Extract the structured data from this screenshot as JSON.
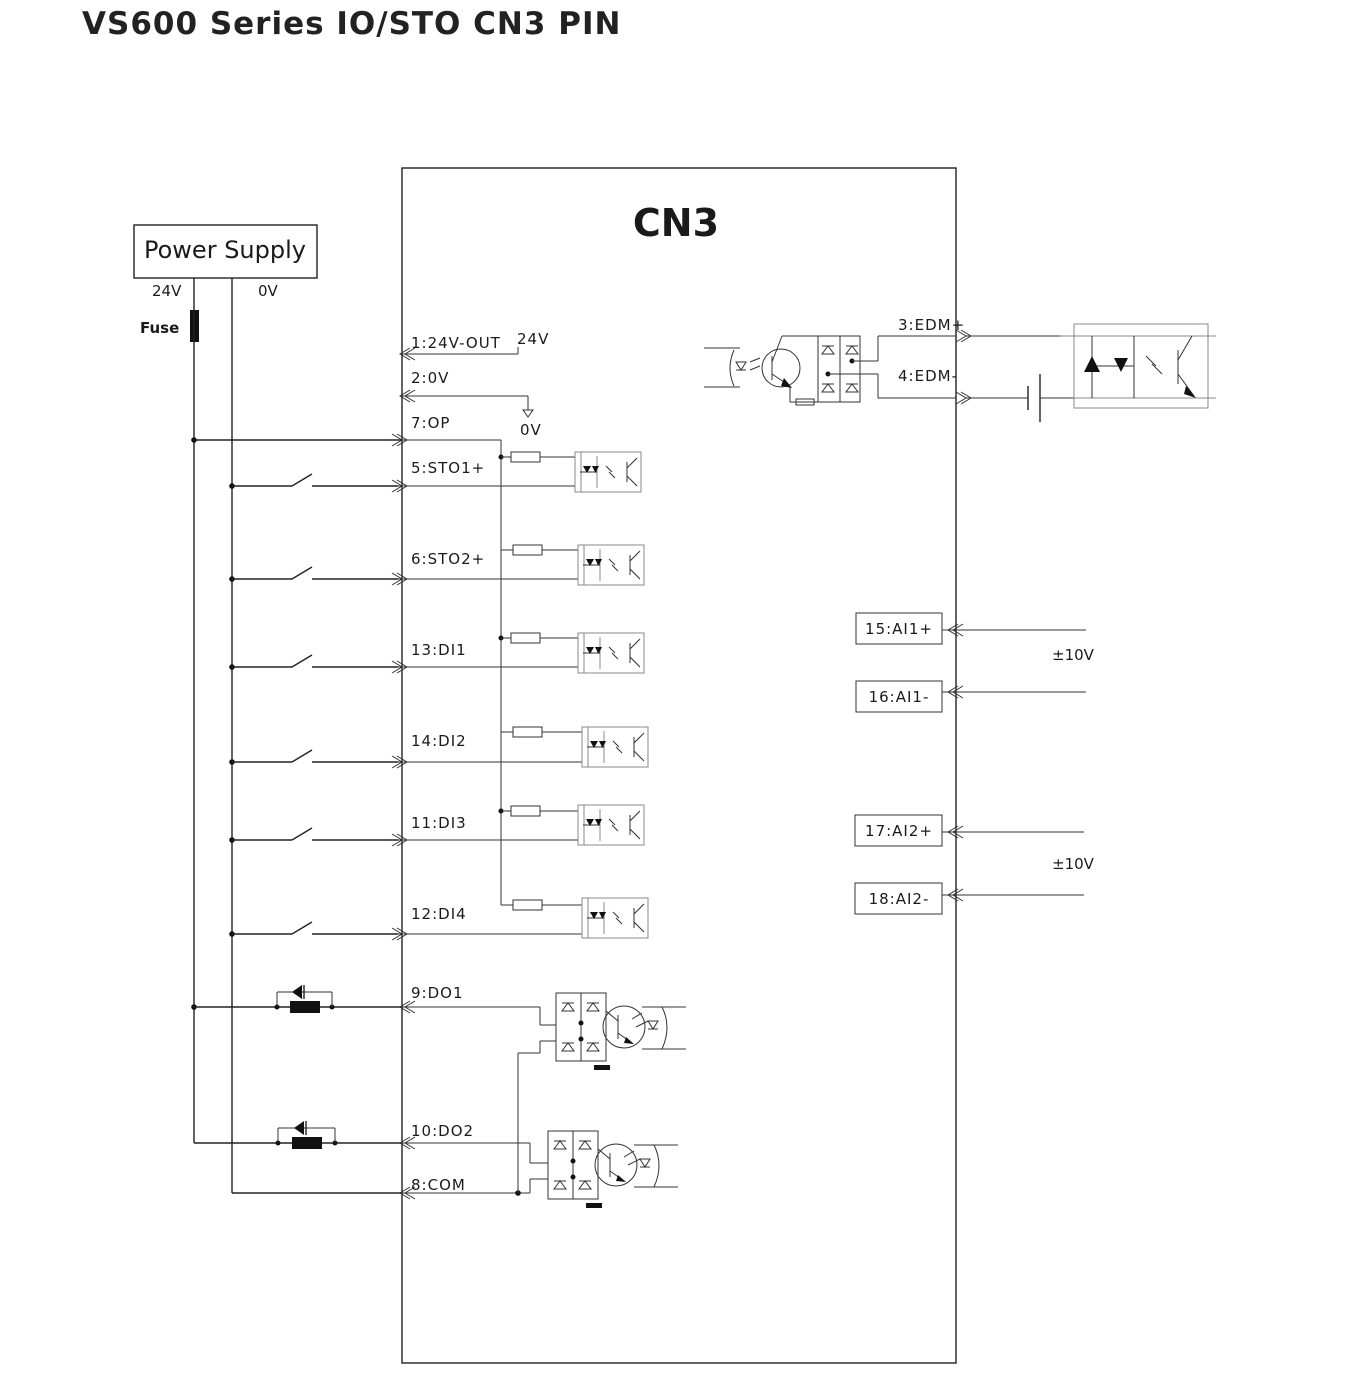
{
  "title": "VS600 Series IO/STO  CN3 PIN",
  "connector": "CN3",
  "power_supply": {
    "label": "Power Supply",
    "v24": "24V",
    "v0": "0V",
    "fuse": "Fuse"
  },
  "pins": {
    "p1": "1:24V-OUT",
    "p1_note": "24V",
    "p2": "2:0V",
    "p2_note": "0V",
    "p7": "7:OP",
    "p5": "5:STO1+",
    "p6": "6:STO2+",
    "p13": "13:DI1",
    "p14": "14:DI2",
    "p11": "11:DI3",
    "p12": "12:DI4",
    "p9": "9:DO1",
    "p10": "10:DO2",
    "p8": "8:COM",
    "p3": "3:EDM+",
    "p4": "4:EDM-"
  },
  "analog": {
    "ai1p": "15:AI1+",
    "ai1n": "16:AI1-",
    "ai1_range": "±10V",
    "ai2p": "17:AI2+",
    "ai2n": "18:AI2-",
    "ai2_range": "±10V"
  }
}
